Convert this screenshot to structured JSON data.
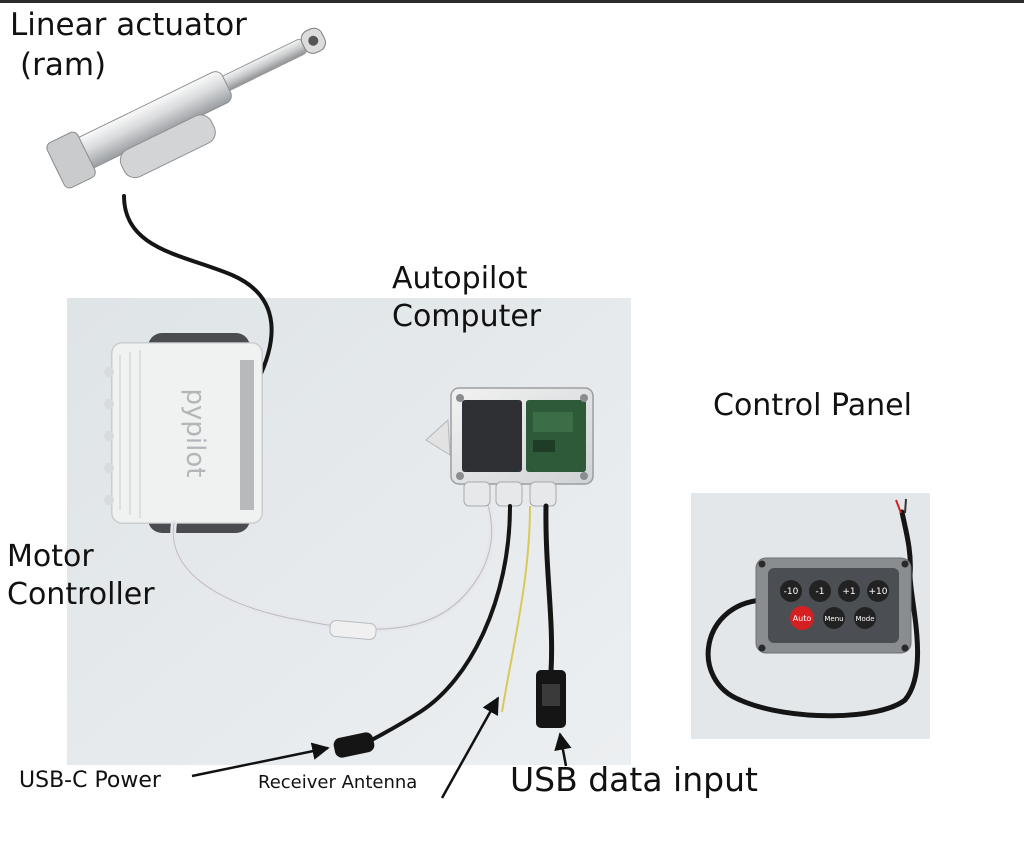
{
  "labels": {
    "actuator_line1": "Linear actuator",
    "actuator_line2": "(ram)",
    "autopilot_line1": "Autopilot",
    "autopilot_line2": "Computer",
    "control_panel": "Control Panel",
    "motor_line1": "Motor",
    "motor_line2": "Controller",
    "usbc_power": "USB-C Power",
    "receiver_antenna": "Receiver Antenna",
    "usb_data_input": "USB data input"
  },
  "motor_controller": {
    "brand_text": "pypilot"
  },
  "control_panel": {
    "buttons_top": [
      "-10",
      "-1",
      "+1",
      "+10"
    ],
    "buttons_bottom": [
      "Auto",
      "Menu",
      "Mode"
    ]
  },
  "colors": {
    "photo_bg": "#e4e8ea",
    "cable_black": "#151515",
    "cable_white": "#e6e6ec",
    "antenna_yellow": "#d8c95a",
    "auto_button": "#d42020",
    "panel_buttons": "#222222"
  }
}
